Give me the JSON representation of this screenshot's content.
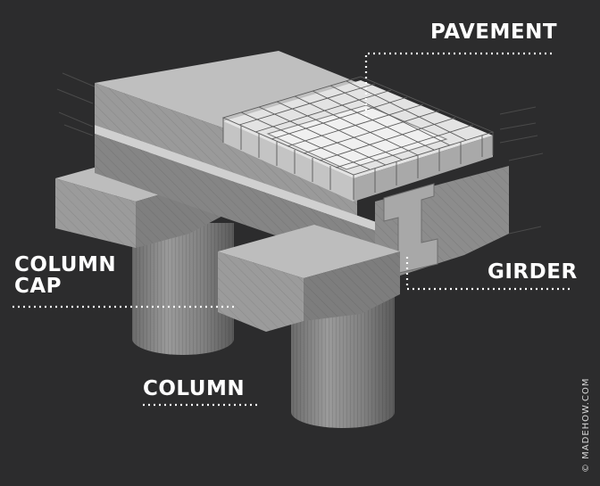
{
  "labels": {
    "pavement": "PAVEMENT",
    "girder": "GIRDER",
    "column_cap": [
      "COLUMN",
      "CAP"
    ],
    "column": "COLUMN"
  },
  "credit": "© MADEHOW.COM",
  "colors": {
    "background": "#2c2c2d",
    "label_text": "#ffffff"
  }
}
